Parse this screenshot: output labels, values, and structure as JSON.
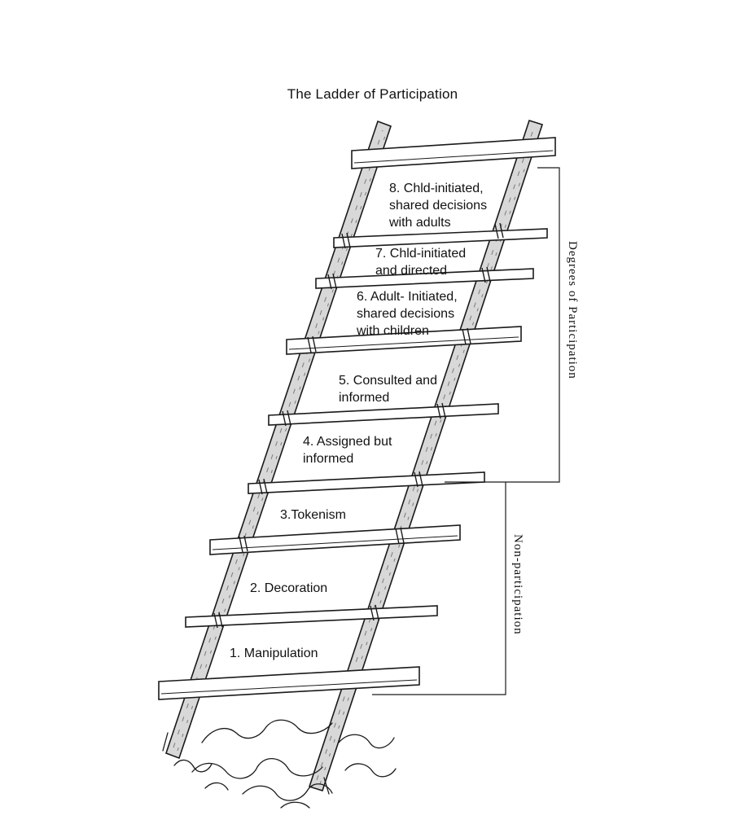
{
  "title": "The Ladder of Participation",
  "rungs": [
    {
      "label": "8. Chld-initiated,\nshared decisions\nwith adults"
    },
    {
      "label": "7. Chld-initiated\nand directed"
    },
    {
      "label": "6. Adult- Initiated,\nshared decisions\nwith children"
    },
    {
      "label": "5. Consulted and\ninformed"
    },
    {
      "label": "4. Assigned but\ninformed"
    },
    {
      "label": "3.Tokenism"
    },
    {
      "label": "2. Decoration"
    },
    {
      "label": "1. Manipulation"
    }
  ],
  "brackets": {
    "degrees_of_participation": "Degrees of Participation",
    "non_participation": "Non-participation"
  },
  "colors": {
    "ink": "#1a1a1a",
    "rail_fill": "#d8d8d8",
    "background": "#ffffff"
  }
}
